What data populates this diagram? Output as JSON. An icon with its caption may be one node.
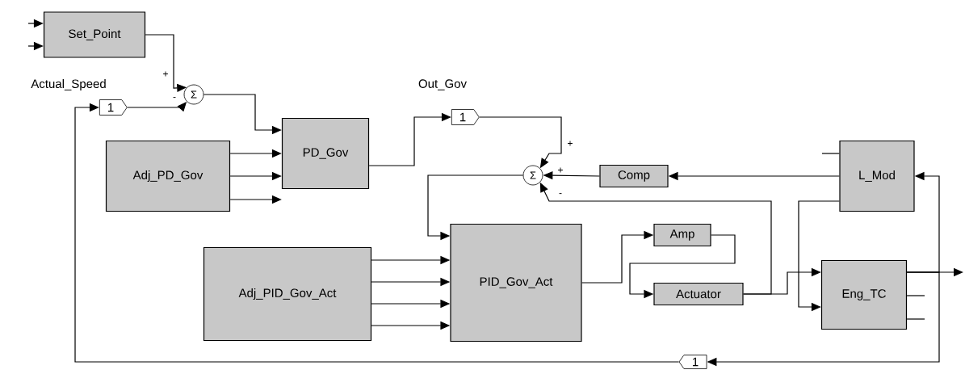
{
  "diagram": {
    "nodes": [
      {
        "text": [
          "Set_Point"
        ]
      },
      {
        "text": [
          "Σ"
        ]
      },
      {
        "text": [
          "1"
        ],
        "beside": [
          "Actual_Speed"
        ]
      },
      {
        "text": [
          "Adj_PD_Gov"
        ]
      },
      {
        "text": [
          "PD_Gov"
        ]
      },
      {
        "text": [
          "1"
        ],
        "beside": [
          "Out_Gov"
        ]
      },
      {
        "text": [
          "Σ"
        ]
      },
      {
        "text": [
          "Comp"
        ]
      },
      {
        "text": [
          "L_Mod"
        ]
      },
      {
        "text": [
          "Adj_PID_Gov_Act"
        ]
      },
      {
        "text": [
          "PID_Gov_Act"
        ]
      },
      {
        "text": [
          "Amp"
        ]
      },
      {
        "text": [
          "Actuator"
        ]
      },
      {
        "text": [
          "Eng_TC"
        ]
      },
      {
        "text": [
          "1"
        ]
      }
    ],
    "edges": [
      {
        "from": null,
        "to": 0,
        "arrow": "to"
      },
      {
        "from": null,
        "to": 0,
        "arrow": "to"
      },
      {
        "from": 0,
        "to": 1,
        "arrow": "to"
      },
      {
        "from": 2,
        "to": 1,
        "arrow": "to"
      },
      {
        "from": 1,
        "to": 4,
        "arrow": "to"
      },
      {
        "from": 3,
        "to": 4,
        "arrow": "to"
      },
      {
        "from": 3,
        "to": 4,
        "arrow": "to"
      },
      {
        "from": 3,
        "to": 4,
        "arrow": "to"
      },
      {
        "from": 4,
        "to": 5,
        "arrow": "to"
      },
      {
        "from": 5,
        "to": 6,
        "arrow": "to"
      },
      {
        "from": 7,
        "to": 6,
        "arrow": "to"
      },
      {
        "from": 12,
        "to": 6,
        "arrow": "to"
      },
      {
        "from": 6,
        "to": 10,
        "arrow": "to"
      },
      {
        "from": 9,
        "to": 10,
        "arrow": "to"
      },
      {
        "from": 9,
        "to": 10,
        "arrow": "to"
      },
      {
        "from": 9,
        "to": 10,
        "arrow": "to"
      },
      {
        "from": 9,
        "to": 10,
        "arrow": "to"
      },
      {
        "from": 10,
        "to": 11,
        "arrow": "to"
      },
      {
        "from": 11,
        "to": 12,
        "arrow": "to"
      },
      {
        "from": 12,
        "to": 13,
        "arrow": "to"
      },
      {
        "from": 8,
        "to": 13,
        "arrow": "to"
      },
      {
        "from": 8,
        "to": 7,
        "arrow": "to"
      },
      {
        "from": 13,
        "to": 8,
        "arrow": "to"
      },
      {
        "from": 13,
        "to": null,
        "arrow": "to"
      },
      {
        "from": 13,
        "to": 14,
        "arrow": "to"
      },
      {
        "from": 14,
        "to": 2,
        "arrow": "to"
      },
      {
        "from": null,
        "to": 8,
        "arrow": "none"
      },
      {
        "from": 13,
        "to": null,
        "arrow": "none"
      },
      {
        "from": 13,
        "to": null,
        "arrow": "none"
      }
    ],
    "labels": [
      "+",
      "-",
      "+",
      "+",
      "-"
    ]
  }
}
